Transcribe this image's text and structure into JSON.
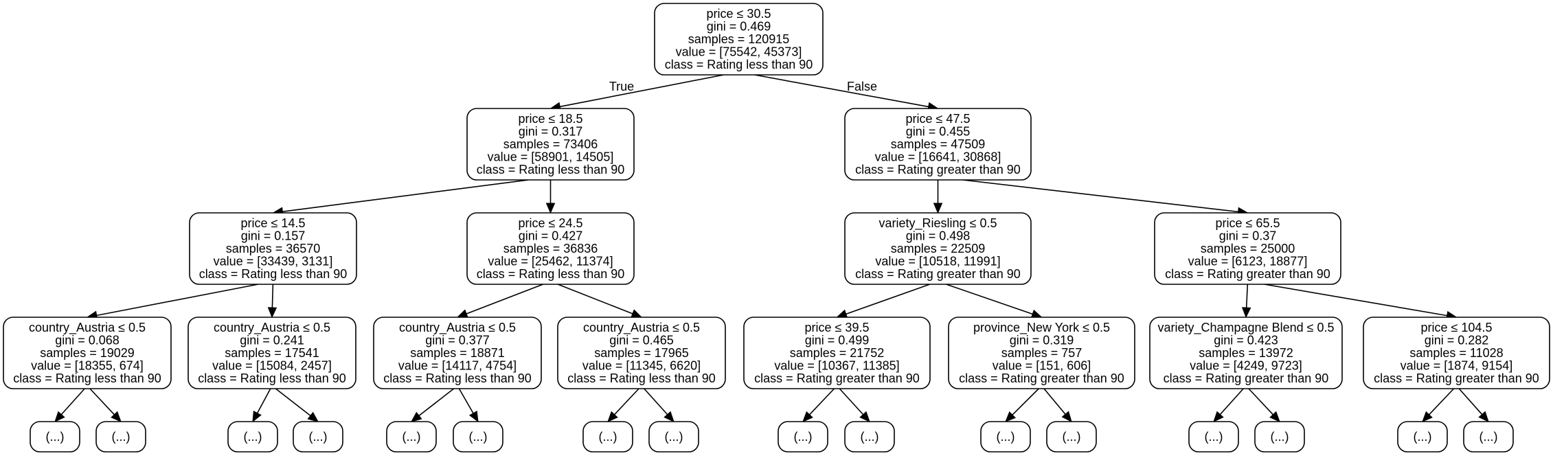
{
  "tree": {
    "root": {
      "id": "n0",
      "lines": [
        "price ≤ 30.5",
        "gini = 0.469",
        "samples = 120915",
        "value = [75542, 45373]",
        "class = Rating less than 90"
      ],
      "children": [
        {
          "id": "n1",
          "edge_label": "True",
          "lines": [
            "price ≤ 18.5",
            "gini = 0.317",
            "samples = 73406",
            "value = [58901, 14505]",
            "class = Rating less than 90"
          ],
          "children": [
            {
              "id": "n3",
              "lines": [
                "price ≤ 14.5",
                "gini = 0.157",
                "samples = 36570",
                "value = [33439, 3131]",
                "class = Rating less than 90"
              ],
              "children": [
                {
                  "id": "n7",
                  "lines": [
                    "country_Austria ≤ 0.5",
                    "gini = 0.068",
                    "samples = 19029",
                    "value = [18355, 674]",
                    "class = Rating less than 90"
                  ],
                  "children": [
                    {
                      "id": "n15",
                      "lines": [
                        "(...)"
                      ]
                    },
                    {
                      "id": "n16",
                      "lines": [
                        "(...)"
                      ]
                    }
                  ]
                },
                {
                  "id": "n8",
                  "lines": [
                    "country_Austria ≤ 0.5",
                    "gini = 0.241",
                    "samples = 17541",
                    "value = [15084, 2457]",
                    "class = Rating less than 90"
                  ],
                  "children": [
                    {
                      "id": "n17",
                      "lines": [
                        "(...)"
                      ]
                    },
                    {
                      "id": "n18",
                      "lines": [
                        "(...)"
                      ]
                    }
                  ]
                }
              ]
            },
            {
              "id": "n4",
              "lines": [
                "price ≤ 24.5",
                "gini = 0.427",
                "samples = 36836",
                "value = [25462, 11374]",
                "class = Rating less than 90"
              ],
              "children": [
                {
                  "id": "n9",
                  "lines": [
                    "country_Austria ≤ 0.5",
                    "gini = 0.377",
                    "samples = 18871",
                    "value = [14117, 4754]",
                    "class = Rating less than 90"
                  ],
                  "children": [
                    {
                      "id": "n19",
                      "lines": [
                        "(...)"
                      ]
                    },
                    {
                      "id": "n20",
                      "lines": [
                        "(...)"
                      ]
                    }
                  ]
                },
                {
                  "id": "n10",
                  "lines": [
                    "country_Austria ≤ 0.5",
                    "gini = 0.465",
                    "samples = 17965",
                    "value = [11345, 6620]",
                    "class = Rating less than 90"
                  ],
                  "children": [
                    {
                      "id": "n21",
                      "lines": [
                        "(...)"
                      ]
                    },
                    {
                      "id": "n22",
                      "lines": [
                        "(...)"
                      ]
                    }
                  ]
                }
              ]
            }
          ]
        },
        {
          "id": "n2",
          "edge_label": "False",
          "lines": [
            "price ≤ 47.5",
            "gini = 0.455",
            "samples = 47509",
            "value = [16641, 30868]",
            "class = Rating greater than 90"
          ],
          "children": [
            {
              "id": "n5",
              "lines": [
                "variety_Riesling ≤ 0.5",
                "gini = 0.498",
                "samples = 22509",
                "value = [10518, 11991]",
                "class = Rating greater than 90"
              ],
              "children": [
                {
                  "id": "n11",
                  "lines": [
                    "price ≤ 39.5",
                    "gini = 0.499",
                    "samples = 21752",
                    "value = [10367, 11385]",
                    "class = Rating greater than 90"
                  ],
                  "children": [
                    {
                      "id": "n23",
                      "lines": [
                        "(...)"
                      ]
                    },
                    {
                      "id": "n24",
                      "lines": [
                        "(...)"
                      ]
                    }
                  ]
                },
                {
                  "id": "n12",
                  "lines": [
                    "province_New York ≤ 0.5",
                    "gini = 0.319",
                    "samples = 757",
                    "value = [151, 606]",
                    "class = Rating greater than 90"
                  ],
                  "children": [
                    {
                      "id": "n25",
                      "lines": [
                        "(...)"
                      ]
                    },
                    {
                      "id": "n26",
                      "lines": [
                        "(...)"
                      ]
                    }
                  ]
                }
              ]
            },
            {
              "id": "n6",
              "lines": [
                "price ≤ 65.5",
                "gini = 0.37",
                "samples = 25000",
                "value = [6123, 18877]",
                "class = Rating greater than 90"
              ],
              "children": [
                {
                  "id": "n13",
                  "lines": [
                    "variety_Champagne Blend ≤ 0.5",
                    "gini = 0.423",
                    "samples = 13972",
                    "value = [4249, 9723]",
                    "class = Rating greater than 90"
                  ],
                  "children": [
                    {
                      "id": "n27",
                      "lines": [
                        "(...)"
                      ]
                    },
                    {
                      "id": "n28",
                      "lines": [
                        "(...)"
                      ]
                    }
                  ]
                },
                {
                  "id": "n14",
                  "lines": [
                    "price ≤ 104.5",
                    "gini = 0.282",
                    "samples = 11028",
                    "value = [1874, 9154]",
                    "class = Rating greater than 90"
                  ],
                  "children": [
                    {
                      "id": "n29",
                      "lines": [
                        "(...)"
                      ]
                    },
                    {
                      "id": "n30",
                      "lines": [
                        "(...)"
                      ]
                    }
                  ]
                }
              ]
            }
          ]
        }
      ]
    }
  }
}
